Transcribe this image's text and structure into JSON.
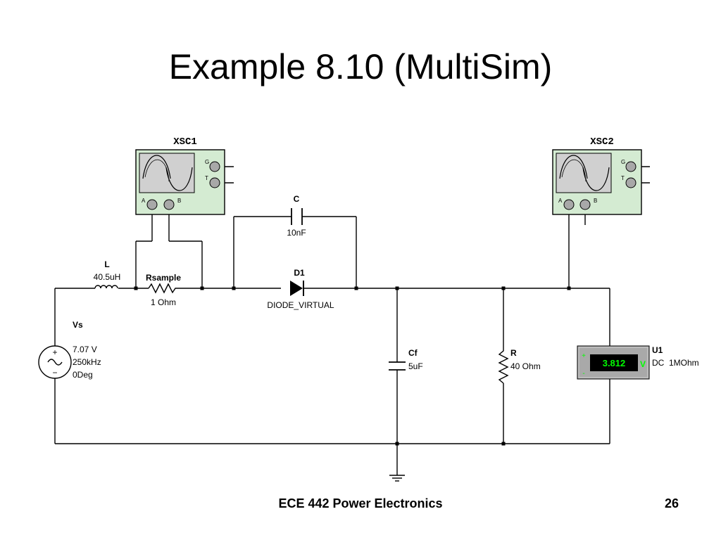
{
  "slide": {
    "title": "Example 8.10 (MultiSim)",
    "footer_course": "ECE 442 Power Electronics",
    "footer_page": "26"
  },
  "circuit": {
    "xsc1": {
      "name": "XSC1",
      "g": "G",
      "t": "T",
      "a": "A",
      "b": "B"
    },
    "xsc2": {
      "name": "XSC2",
      "g": "G",
      "t": "T",
      "a": "A",
      "b": "B"
    },
    "inductor": {
      "name": "L",
      "value": "40.5uH"
    },
    "rsample": {
      "name": "Rsample",
      "value": "1 Ohm"
    },
    "capacitor_c": {
      "name": "C",
      "value": "10nF"
    },
    "diode": {
      "name": "D1",
      "value": "DIODE_VIRTUAL"
    },
    "source": {
      "name": "Vs",
      "amplitude": "7.07 V",
      "frequency": "250kHz",
      "phase": "0Deg",
      "plus": "+",
      "minus": "−"
    },
    "capacitor_cf": {
      "name": "Cf",
      "value": "5uF"
    },
    "resistor_r": {
      "name": "R",
      "value": "40 Ohm"
    },
    "voltmeter": {
      "name": "U1",
      "mode": "DC  1MOhm",
      "reading": "3.812",
      "unit": "V",
      "plus": "+",
      "minus": "-"
    }
  },
  "colors": {
    "instrument_body": "#d4ebd2",
    "screen": "#d0d0d0",
    "probe": "#a8a8a8",
    "meter_body": "#a9a9a9",
    "meter_display": "#000000",
    "meter_digits": "#00ff00"
  }
}
